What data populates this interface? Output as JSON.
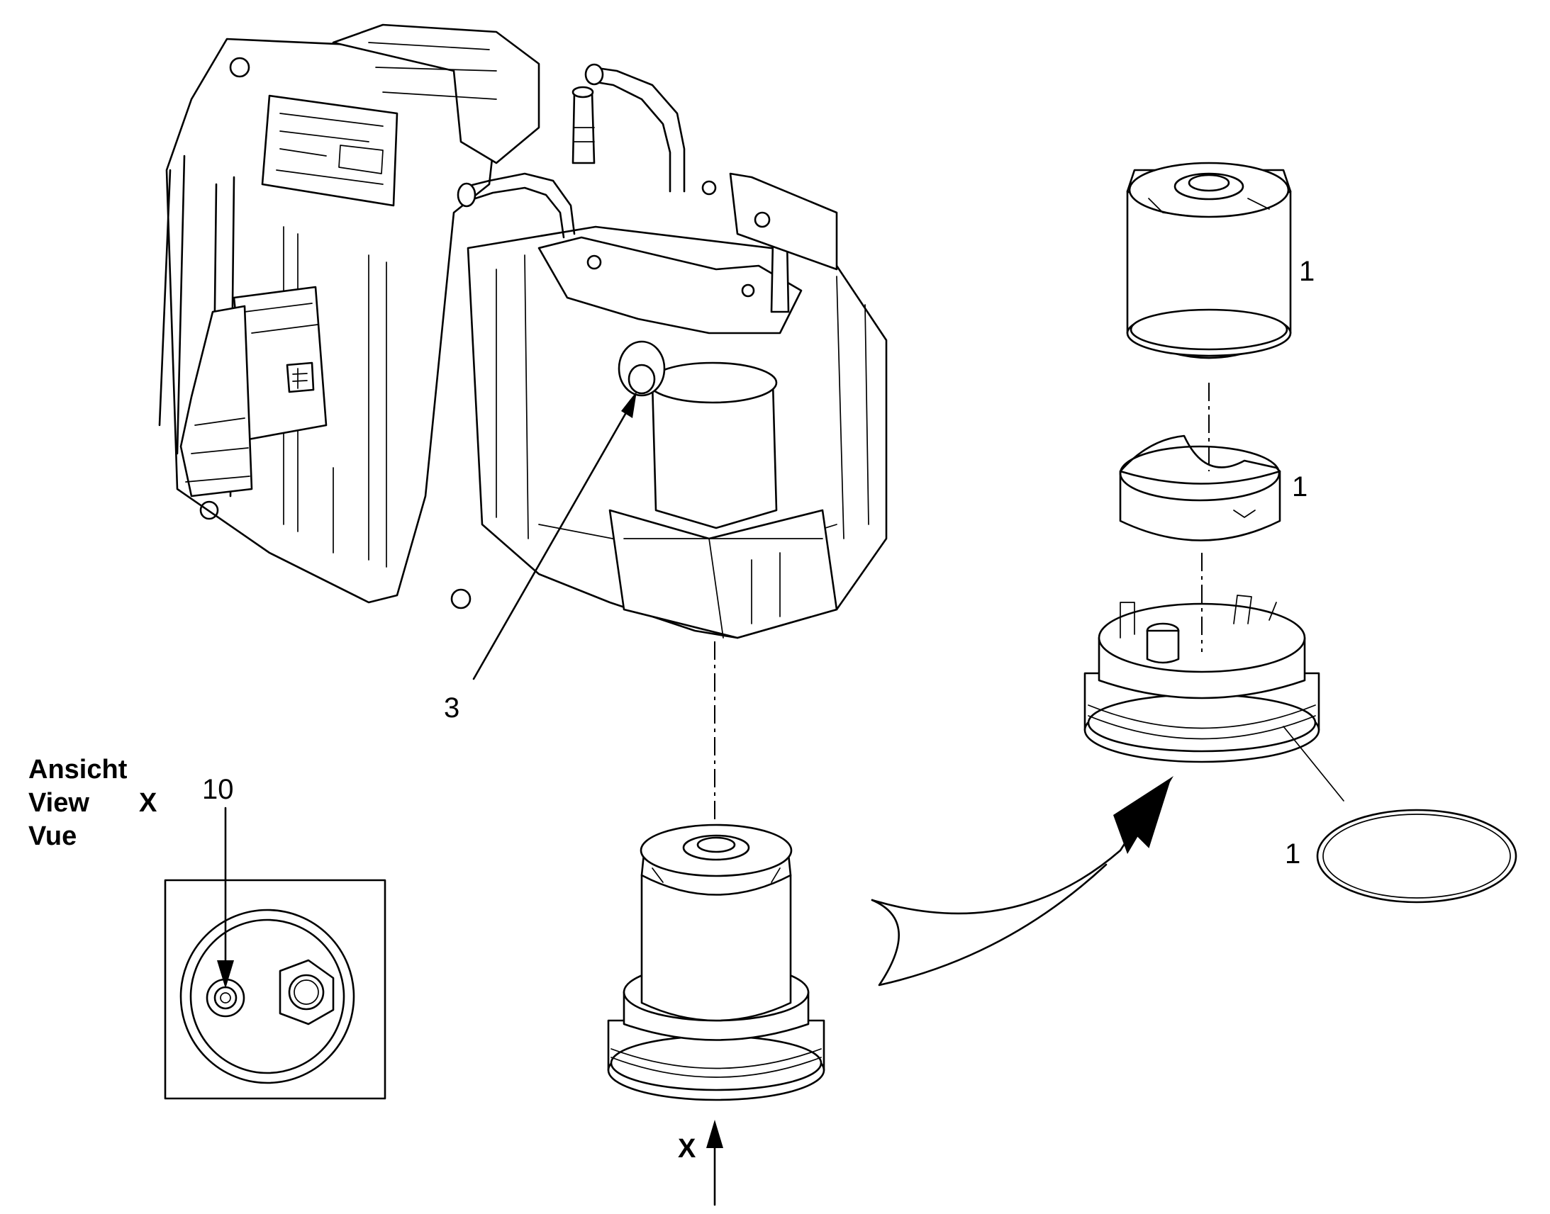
{
  "callouts": {
    "filter_element_top": "1",
    "filter_insert_middle": "1",
    "o_ring": "1",
    "drain_screw": "3",
    "inset_pointer": "10",
    "bottom_arrow": "X"
  },
  "view_label": {
    "line1": "Ansicht",
    "line2": "View",
    "line3": "Vue",
    "letter": "X"
  }
}
